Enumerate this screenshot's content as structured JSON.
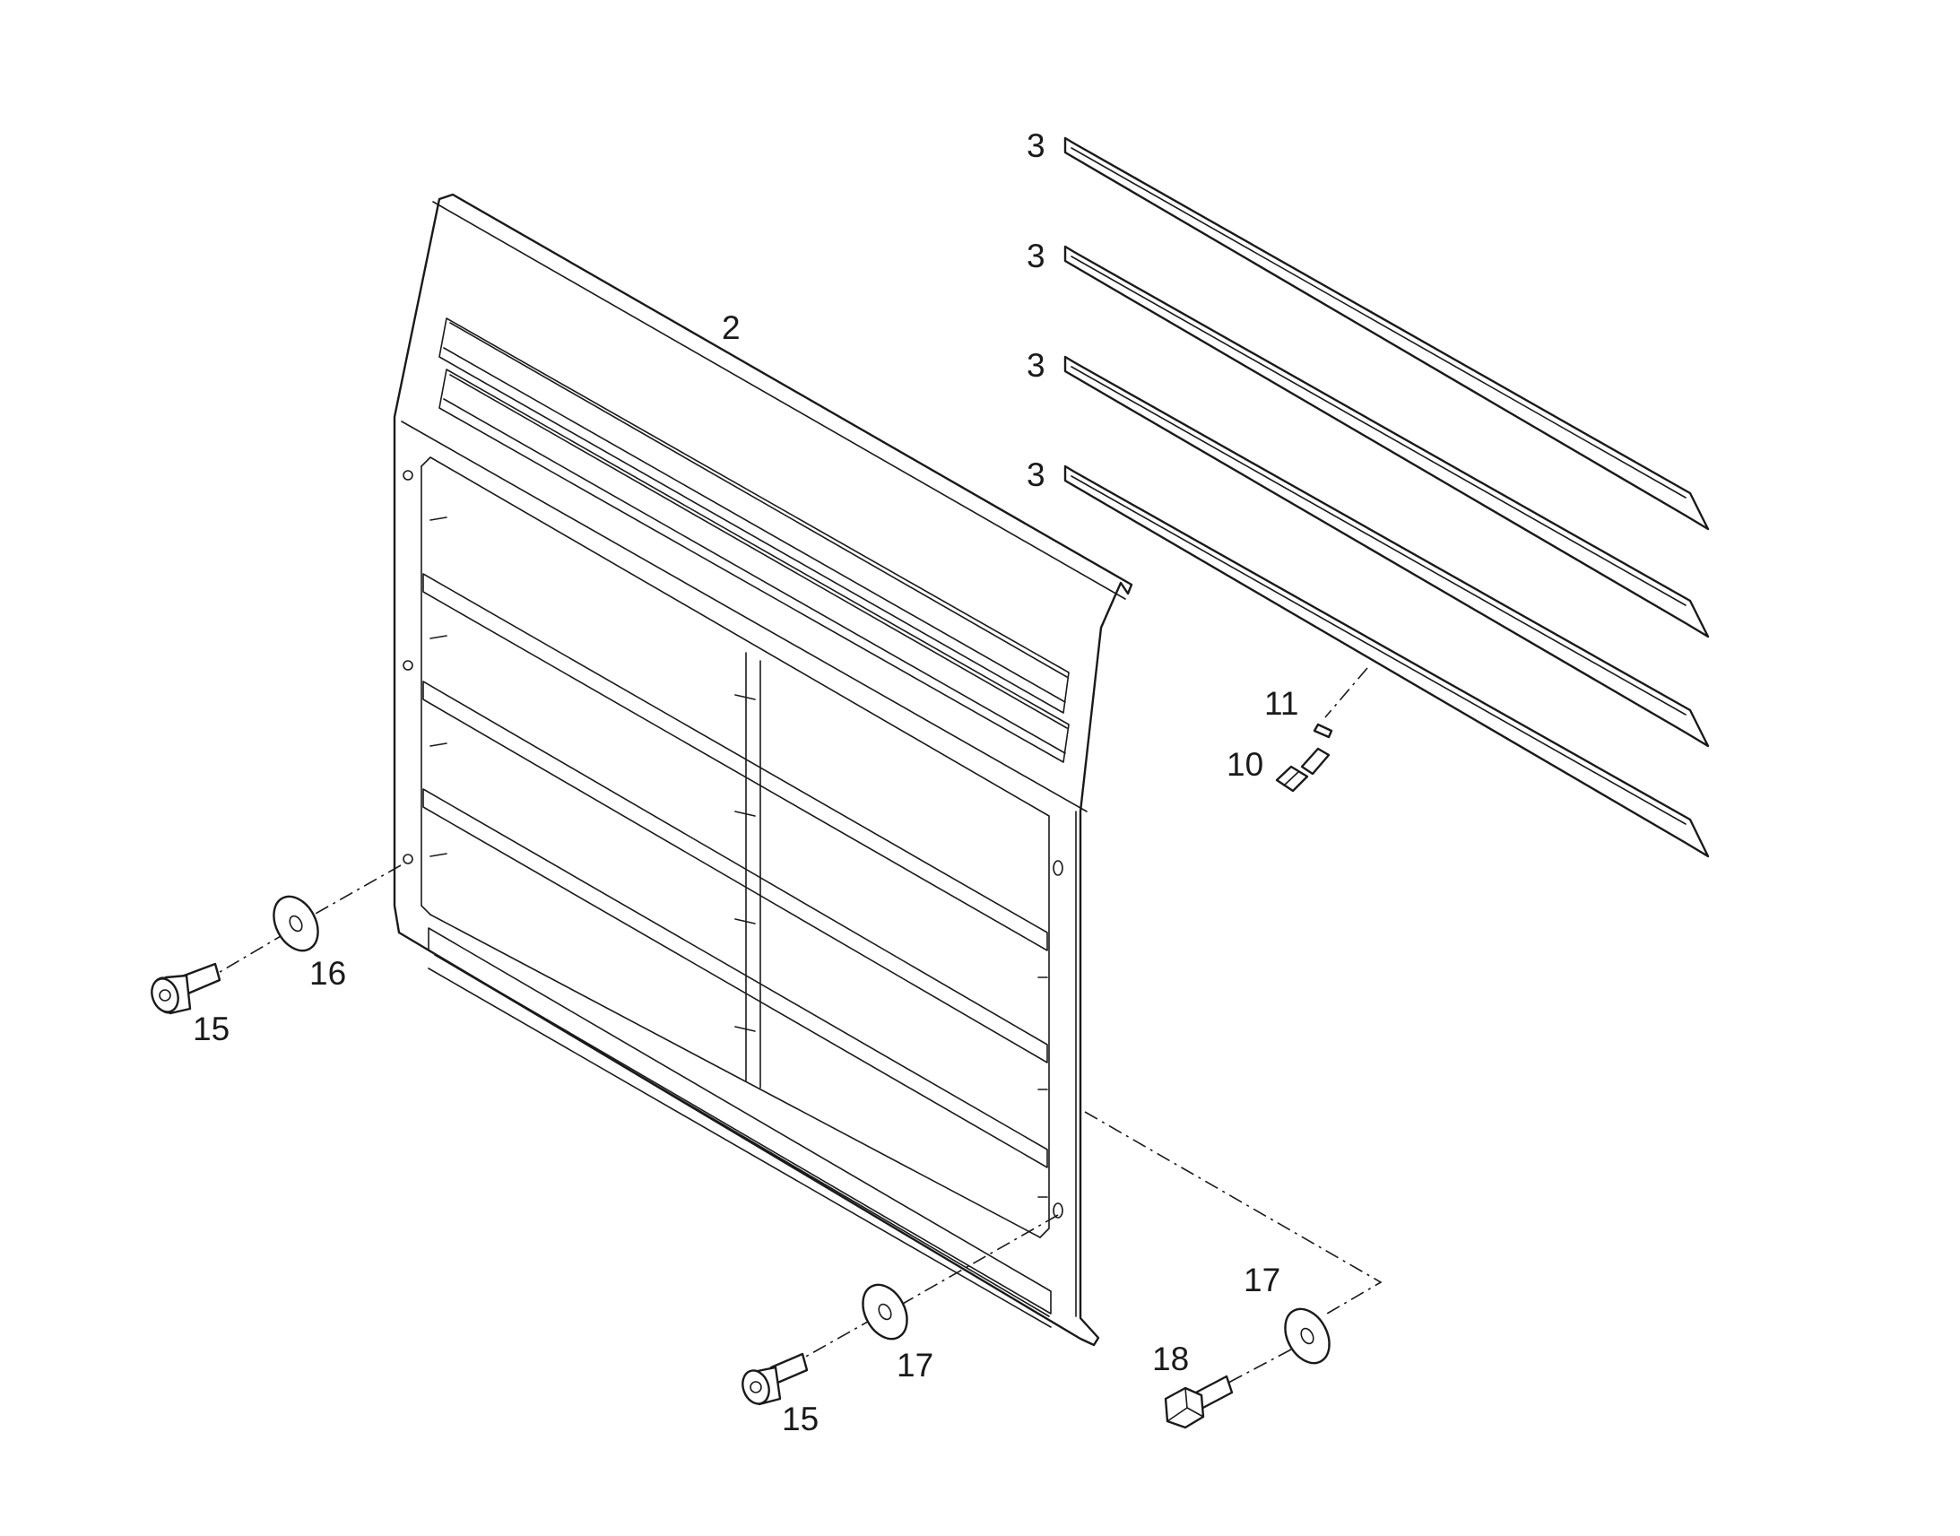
{
  "diagram": {
    "background": "#ffffff",
    "line_color": "#1a1a1a",
    "callouts": {
      "grille": "2",
      "strip_1": "3",
      "strip_2": "3",
      "strip_3": "3",
      "strip_4": "3",
      "clip_bolt": "10",
      "clip_washer": "11",
      "bolt_left": "15",
      "washer_left": "16",
      "bolt_bottom": "15",
      "washer_bottom": "17",
      "washer_right": "17",
      "hex_bolt": "18"
    }
  }
}
